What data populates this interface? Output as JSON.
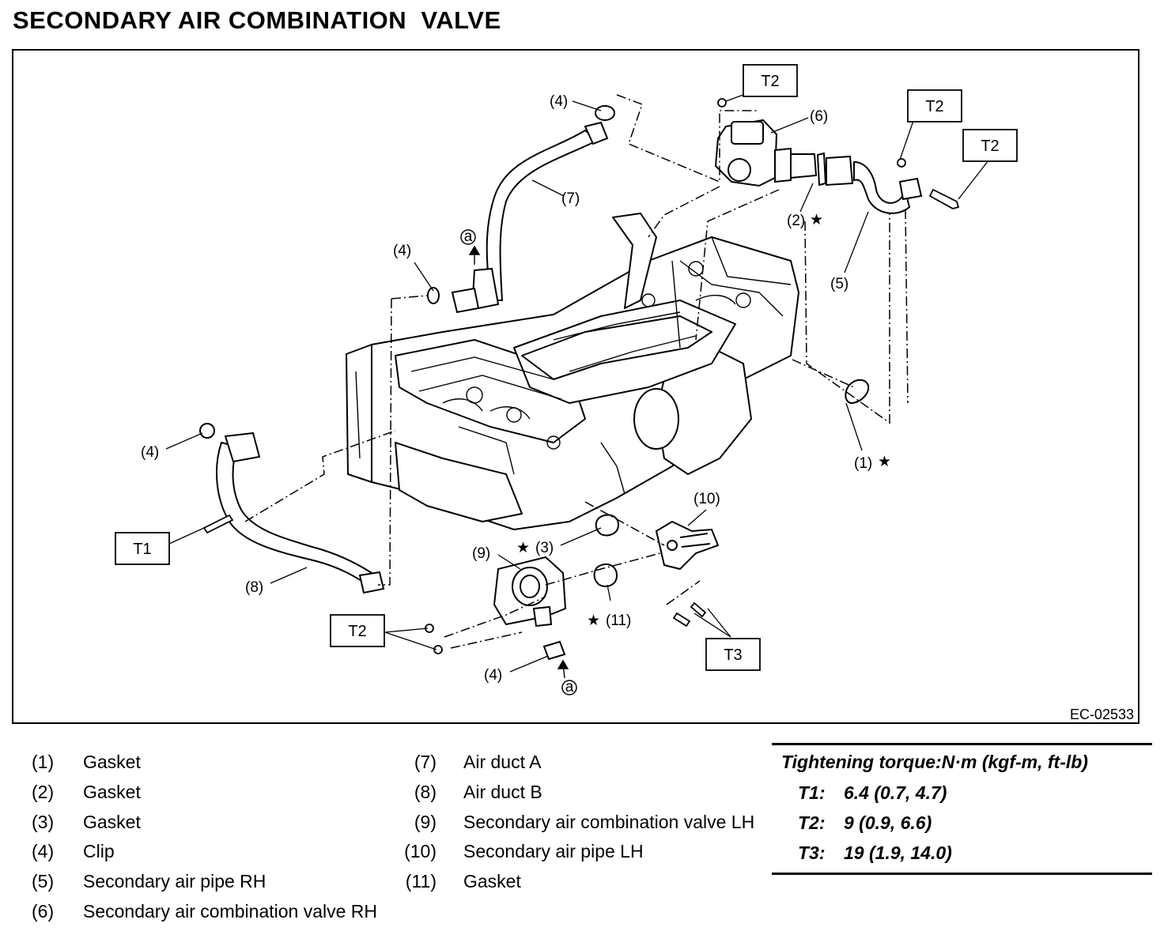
{
  "title": "SECONDARY AIR COMBINATION  VALVE",
  "figure_code": "EC-02533",
  "callouts": {
    "c1": "(1)",
    "c2": "(2)",
    "c3": "(3)",
    "c4": "(4)",
    "c5": "(5)",
    "c6": "(6)",
    "c7": "(7)",
    "c8": "(8)",
    "c9": "(9)",
    "c10": "(10)",
    "c11": "(11)",
    "star": "★",
    "a": "a"
  },
  "torque_boxes": {
    "t1": "T1",
    "t2": "T2",
    "t3": "T3"
  },
  "legend_left": [
    {
      "num": "(1)",
      "name": "Gasket"
    },
    {
      "num": "(2)",
      "name": "Gasket"
    },
    {
      "num": "(3)",
      "name": "Gasket"
    },
    {
      "num": "(4)",
      "name": "Clip"
    },
    {
      "num": "(5)",
      "name": "Secondary air pipe RH"
    },
    {
      "num": "(6)",
      "name": "Secondary air combination valve RH"
    }
  ],
  "legend_right": [
    {
      "num": "(7)",
      "name": "Air duct A"
    },
    {
      "num": "(8)",
      "name": "Air duct B"
    },
    {
      "num": "(9)",
      "name": "Secondary air combination valve LH"
    },
    {
      "num": "(10)",
      "name": "Secondary air pipe LH"
    },
    {
      "num": "(11)",
      "name": "Gasket"
    }
  ],
  "torque_table": {
    "heading": "Tightening torque:N·m (kgf-m, ft-lb)",
    "rows": [
      {
        "code": "T1:",
        "value": "6.4 (0.7, 4.7)"
      },
      {
        "code": "T2:",
        "value": "9 (0.9, 6.6)"
      },
      {
        "code": "T3:",
        "value": "19 (1.9, 14.0)"
      }
    ]
  }
}
